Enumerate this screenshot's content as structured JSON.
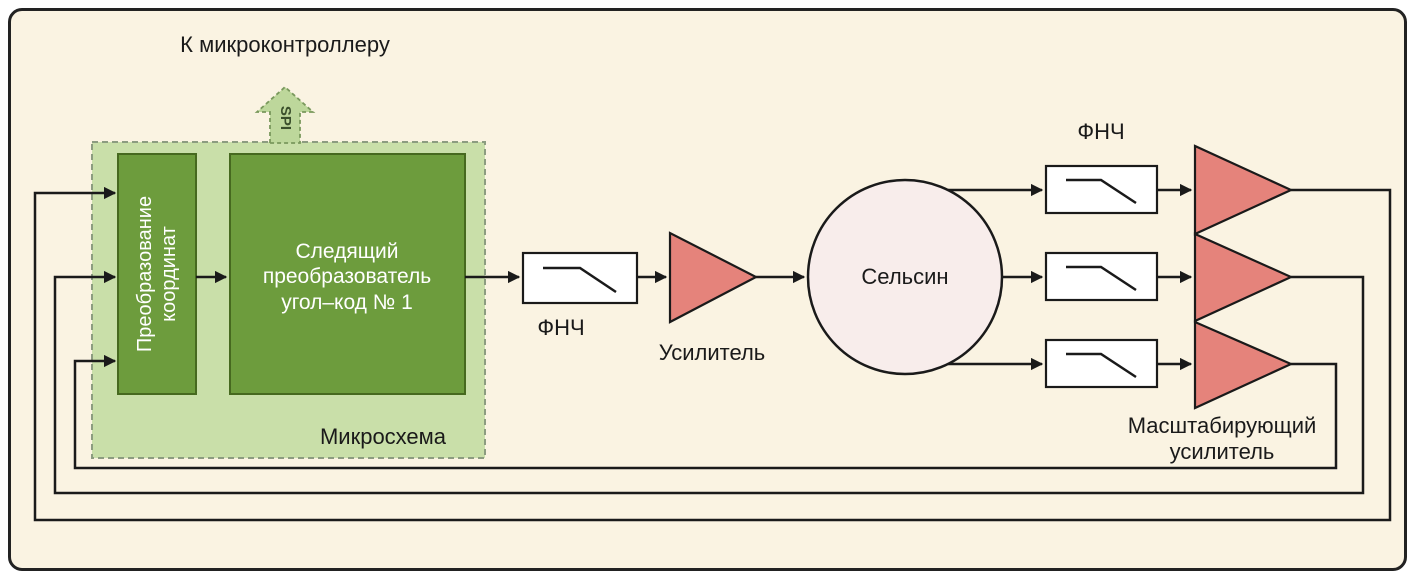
{
  "diagram": {
    "type": "block-diagram",
    "labels": {
      "to_microcontroller": "К микроконтроллеру",
      "spi": "SPI",
      "coordinate_converter": "Преобразование координат",
      "tracking_converter": "Следящий преобразователь угол–код № 1",
      "chip": "Микросхема",
      "lpf_main": "ФНЧ",
      "amplifier": "Усилитель",
      "selsyn": "Сельсин",
      "lpf_right": "ФНЧ",
      "scaling_amplifier": "Масштабирующий усилитель"
    },
    "colors": {
      "panel_background": "#faf3e2",
      "frame": "#222222",
      "block_green": "#6d9c3d",
      "block_green_border": "#46691f",
      "chip_area_green": "#c9dfa9",
      "spi_arrow_green": "#bdd79b",
      "amplifier_red": "#e5837b",
      "selsyn_fill": "#f8edeb",
      "line": "#1a1a1a"
    }
  }
}
